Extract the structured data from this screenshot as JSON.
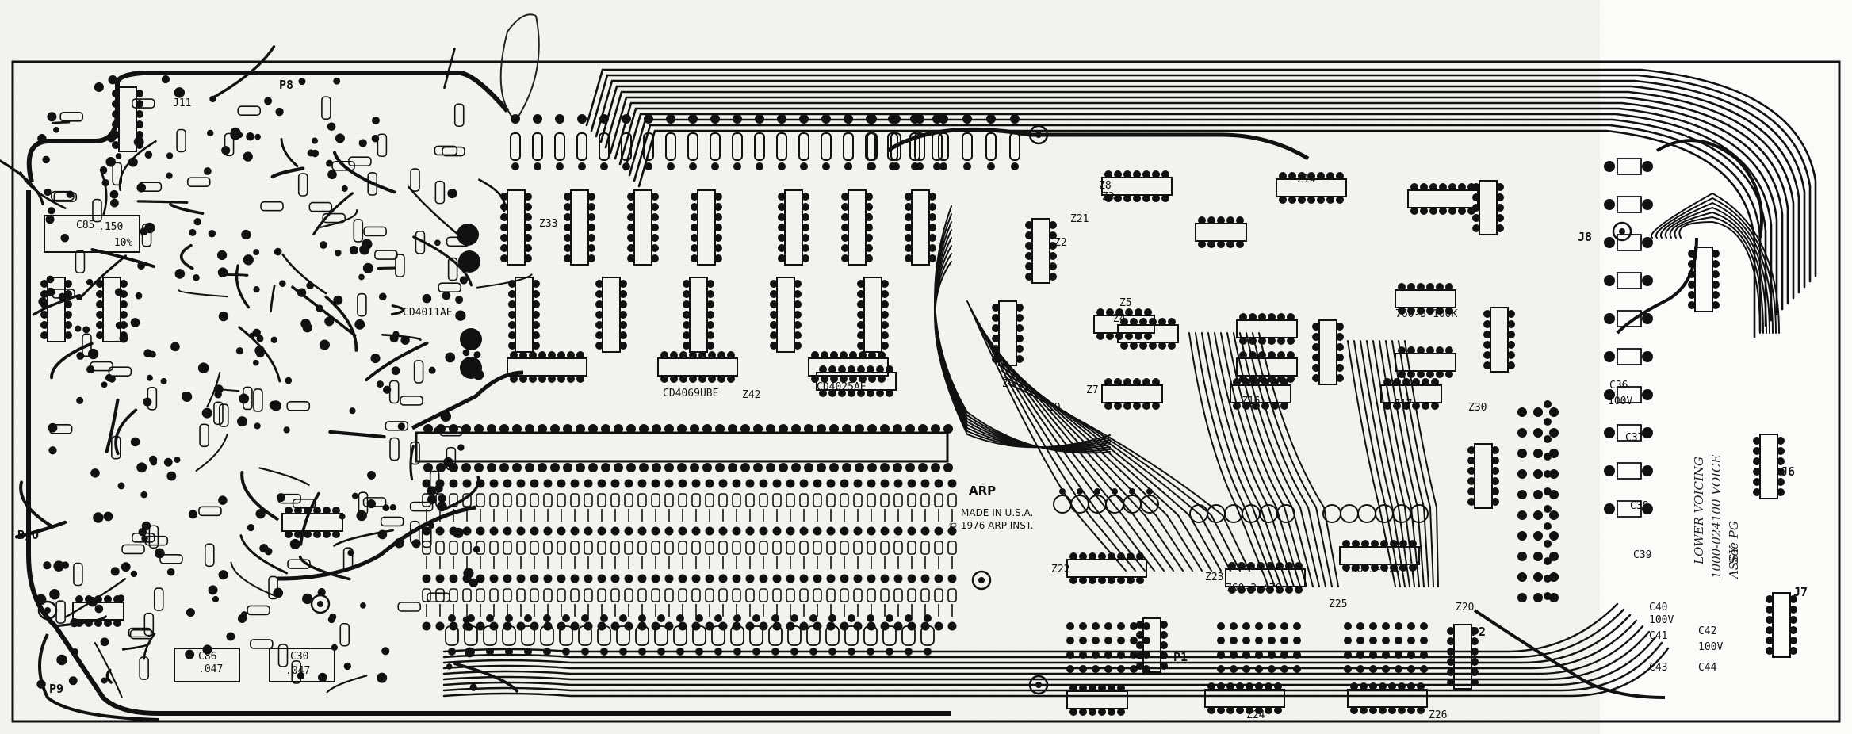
{
  "board": {
    "designators": {
      "p8": "P8",
      "j11": "J11",
      "j8": "J8",
      "j7": "J7",
      "j6": "J6",
      "p9": "P9",
      "p1": "P1",
      "p2": "P2",
      "b_ro": "B/O",
      "z2": "Z2",
      "z3": "Z3",
      "z4": "Z4",
      "z5": "Z5",
      "z6": "Z6",
      "z7": "Z7",
      "z8": "Z8",
      "z9": "Z9",
      "z14": "Z14",
      "z16": "Z16",
      "z17": "Z17",
      "z20": "Z20",
      "z21": "Z21",
      "z22": "Z22",
      "z23": "Z23",
      "z24": "Z24",
      "z25": "Z25",
      "z26": "Z26",
      "z30": "Z30",
      "z33": "Z33",
      "z42": "Z42"
    },
    "part_numbers": {
      "res_470": "760-3-470",
      "res_470_b": "760-3-470",
      "res_100k": "760-3-100K",
      "ic_4011": "CD4011AE",
      "ic_4069": "CD4069UBE",
      "ic_4025": "CD4025AE"
    },
    "components": {
      "c85": "C85",
      "c85_val1": ".150",
      "c85_val2": "-10%",
      "c86": "C86",
      "c86_val": ".047",
      "c30": "C30",
      "c30_val": ".047",
      "c36": "C36",
      "c37": "C37",
      "c38": "C38",
      "c39": "C39",
      "c40": "C40",
      "c41": "C41",
      "c42": "C42",
      "c43": "C43",
      "c44": "C44",
      "v100": "100V"
    },
    "credit_lines": [
      "ARP",
      "MADE IN U.S.A.",
      "© 1976 ARP INST."
    ],
    "handwritten_lines": [
      "LOWER VOICING",
      "1000-024100 VOICE ASSY",
      "See PG"
    ]
  }
}
